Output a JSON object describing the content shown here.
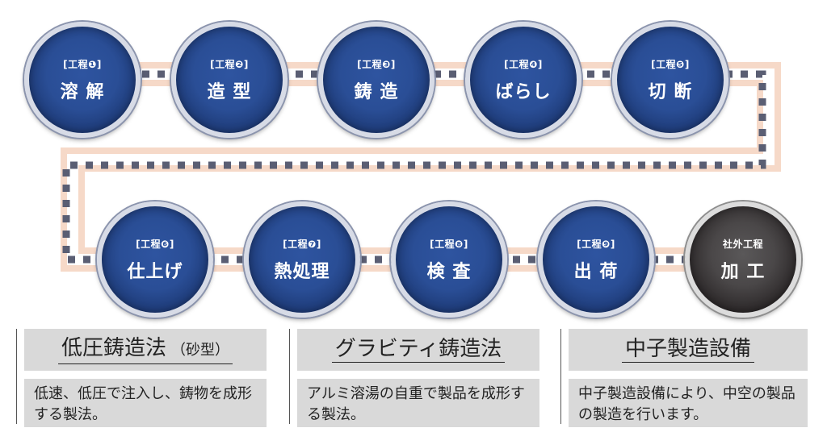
{
  "steps": [
    {
      "label": "[工程❶]",
      "name": "溶 解"
    },
    {
      "label": "[工程❷]",
      "name": "造 型"
    },
    {
      "label": "[工程❸]",
      "name": "鋳 造"
    },
    {
      "label": "[工程❹]",
      "name": "ばらし"
    },
    {
      "label": "[工程❺]",
      "name": "切 断"
    },
    {
      "label": "[工程❻]",
      "name": "仕上げ"
    },
    {
      "label": "[工程❼]",
      "name": "熱処理"
    },
    {
      "label": "[工程❽]",
      "name": "検 査"
    },
    {
      "label": "[工程❾]",
      "name": "出 荷"
    },
    {
      "label": "社外工程",
      "name": "加 工"
    }
  ],
  "methods": [
    {
      "title": "低圧鋳造法",
      "subtitle": "（砂型）",
      "desc": "低速、低圧で注入し、鋳物を成形する製法。"
    },
    {
      "title": "グラビティ鋳造法",
      "subtitle": "",
      "desc": "アルミ溶湯の自重で製品を成形する製法。"
    },
    {
      "title": "中子製造設備",
      "subtitle": "",
      "desc": "中子製造設備により、中空の製品の製造を行います。"
    }
  ],
  "colors": {
    "step_blue": "#2a4e96",
    "step_external": "#3a3637",
    "track": "#f6d9c8",
    "dots": "#5a5e73"
  }
}
